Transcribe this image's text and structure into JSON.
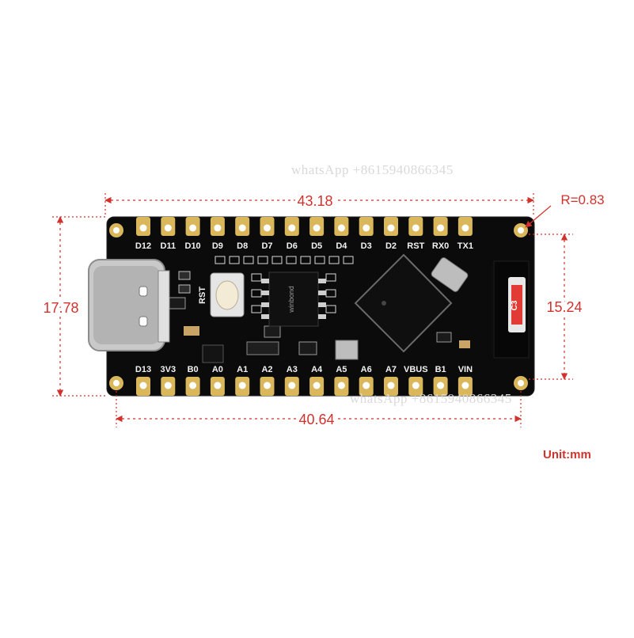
{
  "watermark": "whatsApp +8615940866345",
  "dimensions": {
    "top_length": "43.18",
    "bottom_length": "40.64",
    "left_height": "17.78",
    "right_height": "15.24",
    "corner_radius": "R=0.83",
    "unit": "Unit:mm"
  },
  "colors": {
    "accent": "#d2322d",
    "board": "#0b0b0c",
    "pad_gold": "#d9b75a",
    "silk": "#f2f2f2"
  },
  "board": {
    "top_pins": [
      "D12",
      "D11",
      "D10",
      "D9",
      "D8",
      "D7",
      "D6",
      "D5",
      "D4",
      "D3",
      "D2",
      "RST",
      "RX0",
      "TX1"
    ],
    "bottom_pins": [
      "D13",
      "3V3",
      "B0",
      "A0",
      "A1",
      "A2",
      "A3",
      "A4",
      "A5",
      "A6",
      "A7",
      "VBUS",
      "B1",
      "VIN"
    ],
    "reset_label": "RST",
    "flash_chip_text": "winbond",
    "antenna_label": "C3"
  }
}
